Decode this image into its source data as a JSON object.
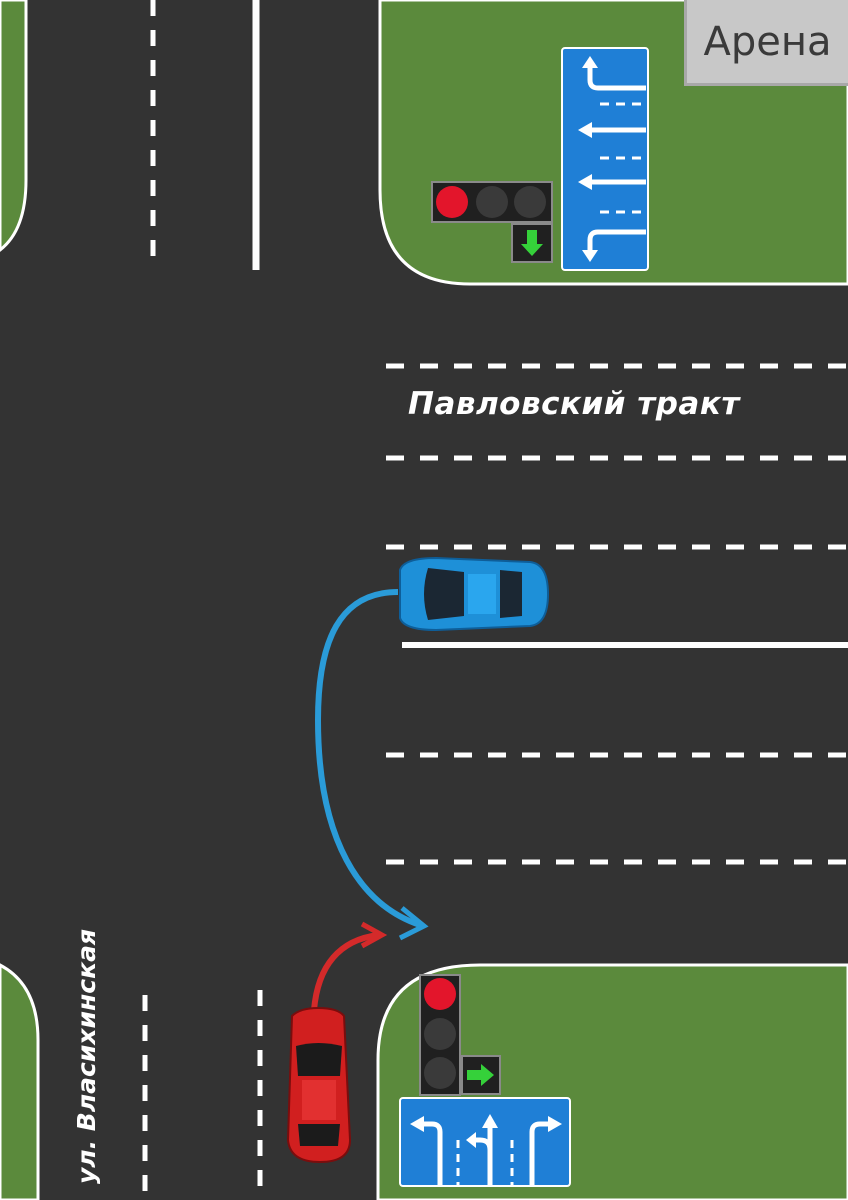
{
  "labels": {
    "place_sign": "Арена",
    "main_road": "Павловский тракт",
    "side_street": "ул. Власихинская"
  },
  "colors": {
    "asphalt": "#333333",
    "grass": "#5b8a3c",
    "marking": "#ffffff",
    "sign_blue": "#1f7fd6",
    "red_car": "#d11f1f",
    "blue_car": "#1e90d8",
    "red_path": "#d42a2a",
    "blue_path": "#2a9bd8",
    "signal_red": "#e3152b",
    "signal_green_arrow": "#35d13a"
  },
  "traffic_lights": [
    {
      "name": "upper",
      "main": "red",
      "arrow_section": "green-down"
    },
    {
      "name": "lower",
      "main": "red",
      "arrow_section": "green-right"
    }
  ]
}
